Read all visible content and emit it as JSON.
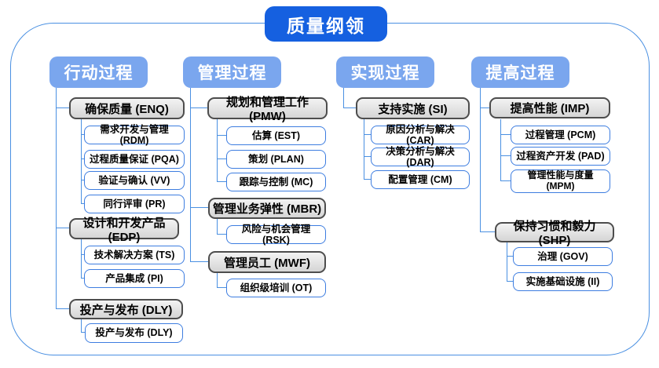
{
  "title": "质量纲领",
  "colors": {
    "title_bg": "#1560e0",
    "header_bg": "#7aa6ee",
    "line_blue": "#4a90e2",
    "gray_node_fill": "#dcdcdc",
    "gray_node_border": "#4d4d4d",
    "leaf_border": "#3d7de0"
  },
  "columns": [
    {
      "header": "行动过程",
      "groups": [
        {
          "label": "确保质量 (ENQ)",
          "children": [
            "需求开发与管理 (RDM)",
            "过程质量保证 (PQA)",
            "验证与确认 (VV)",
            "同行评审 (PR)"
          ]
        },
        {
          "label": "设计和开发产品 (EDP)",
          "children": [
            "技术解决方案 (TS)",
            "产品集成 (PI)"
          ]
        },
        {
          "label": "投产与发布 (DLY)",
          "children": [
            "投产与发布 (DLY)"
          ]
        }
      ]
    },
    {
      "header": "管理过程",
      "groups": [
        {
          "label": "规划和管理工作 (PMW)",
          "children": [
            "估算 (EST)",
            "策划 (PLAN)",
            "跟踪与控制 (MC)"
          ]
        },
        {
          "label": "管理业务弹性 (MBR)",
          "children": [
            "风险与机会管理 (RSK)"
          ]
        },
        {
          "label": "管理员工 (MWF)",
          "children": [
            "组织级培训 (OT)"
          ]
        }
      ]
    },
    {
      "header": "实现过程",
      "groups": [
        {
          "label": "支持实施 (SI)",
          "children": [
            "原因分析与解决 (CAR)",
            "决策分析与解决 (DAR)",
            "配置管理 (CM)"
          ]
        }
      ]
    },
    {
      "header": "提高过程",
      "groups": [
        {
          "label": "提高性能 (IMP)",
          "children": [
            "过程管理 (PCM)",
            "过程资产开发 (PAD)",
            "管理性能与度量\n(MPM)"
          ]
        },
        {
          "label": "保持习惯和毅力 (SHP)",
          "children": [
            "治理 (GOV)",
            "实施基础设施 (II)"
          ]
        }
      ]
    }
  ]
}
